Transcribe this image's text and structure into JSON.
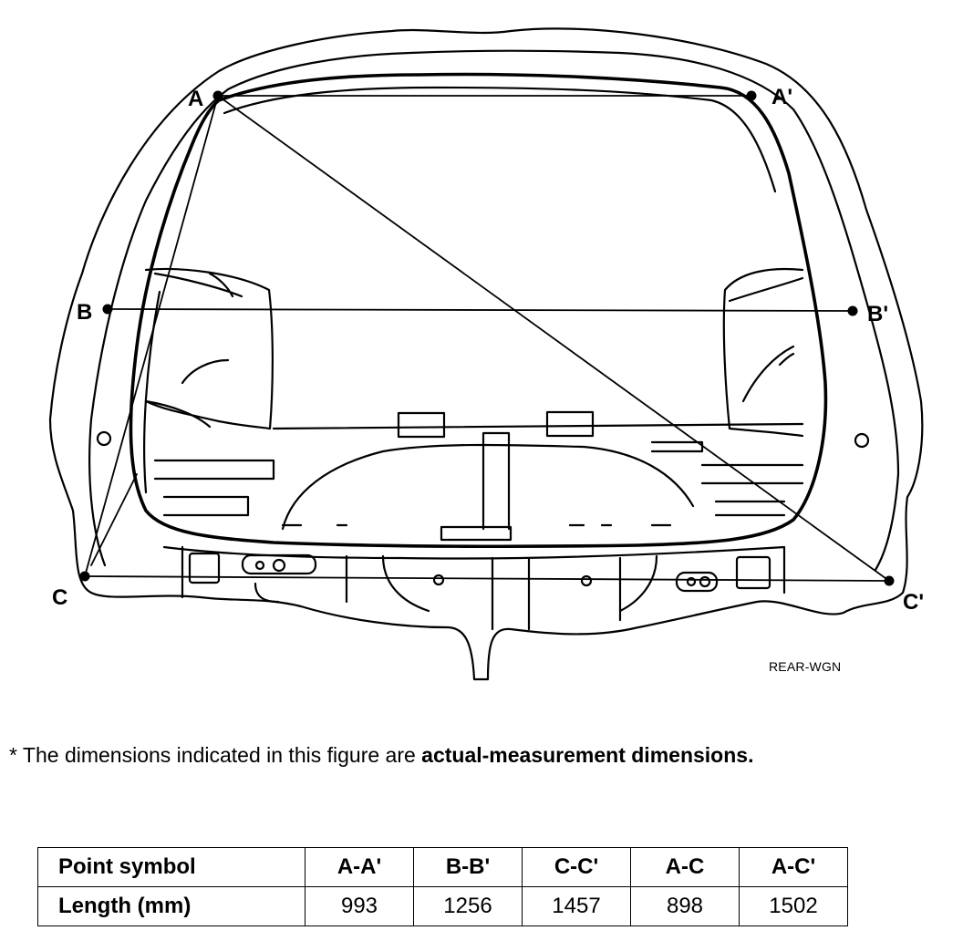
{
  "figure": {
    "points": [
      "A",
      "A'",
      "B",
      "B'",
      "C",
      "C'"
    ],
    "code": "REAR-WGN"
  },
  "note": {
    "prefix": "* The dimensions indicated in this figure are ",
    "bold": "actual-measurement dimensions."
  },
  "table": {
    "row_headers": [
      "Point symbol",
      "Length (mm)"
    ],
    "columns": [
      "A-A'",
      "B-B'",
      "C-C'",
      "A-C",
      "A-C'"
    ],
    "values": [
      "993",
      "1256",
      "1457",
      "898",
      "1502"
    ]
  }
}
